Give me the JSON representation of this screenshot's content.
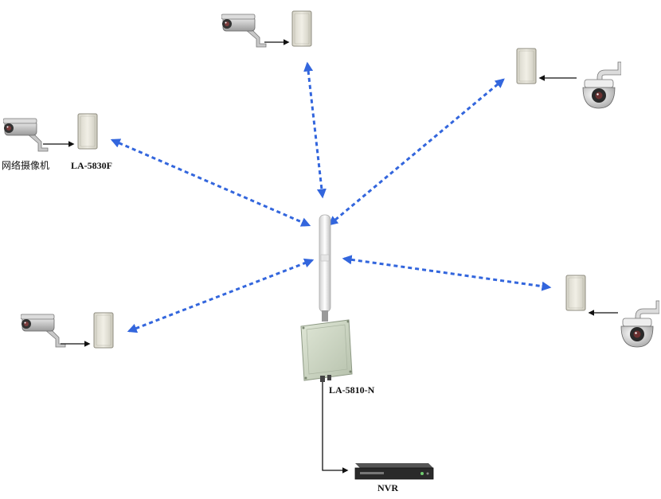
{
  "labels": {
    "camera_caption": "网络摄像机",
    "cpe_model": "LA-5830F",
    "base_model": "LA-5810-N",
    "nvr": "NVR"
  },
  "colors": {
    "wireless_link": "#3366dd",
    "wired_link": "#111111",
    "device_panel": "#e4e2d8",
    "base_panel": "#cfd8c6",
    "nvr_body": "#2a2a2a"
  },
  "icons": {
    "bullet_camera": "bullet-camera-icon",
    "dome_camera": "dome-camera-icon",
    "cpe_antenna": "panel-antenna-icon",
    "omni_antenna": "omni-antenna-icon",
    "base_station": "base-station-icon",
    "nvr": "nvr-recorder-icon"
  }
}
